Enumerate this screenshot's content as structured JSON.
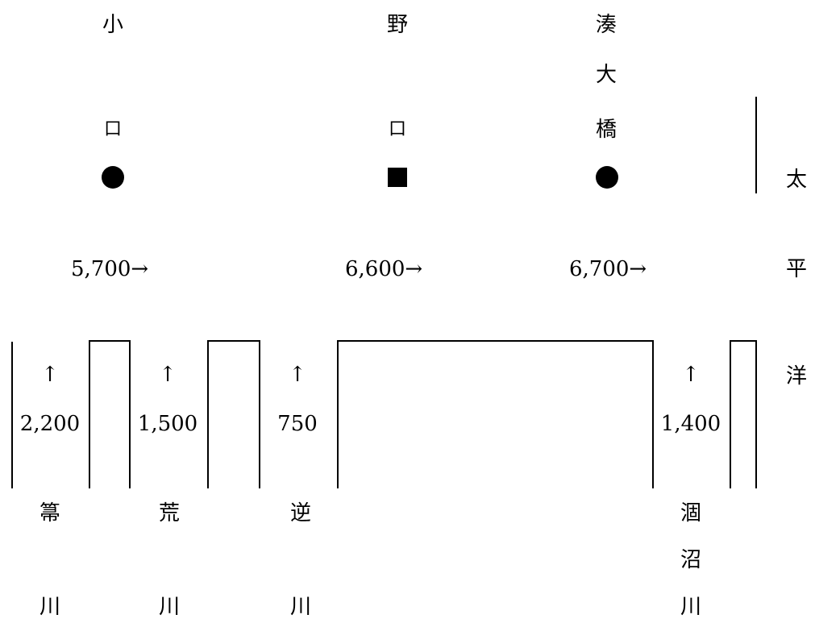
{
  "points": [
    {
      "lines": [
        "小",
        "口"
      ],
      "marker": "circle"
    },
    {
      "lines": [
        "野",
        "口"
      ],
      "marker": "square"
    },
    {
      "lines": [
        "湊",
        "大",
        "橋"
      ],
      "marker": "circle"
    }
  ],
  "main_flows": [
    "5,700→",
    "6,600→",
    "6,700→"
  ],
  "sea_label": [
    "太",
    "平",
    "洋"
  ],
  "tributaries": [
    {
      "arrow": "↑",
      "flow": "2,200",
      "name": [
        "箒",
        "川"
      ]
    },
    {
      "arrow": "↑",
      "flow": "1,500",
      "name": [
        "荒",
        "川"
      ]
    },
    {
      "arrow": "↑",
      "flow": "750",
      "name": [
        "逆",
        "川"
      ]
    },
    {
      "arrow": "↑",
      "flow": "1,400",
      "name": [
        "涸",
        "沼",
        "川"
      ]
    }
  ]
}
